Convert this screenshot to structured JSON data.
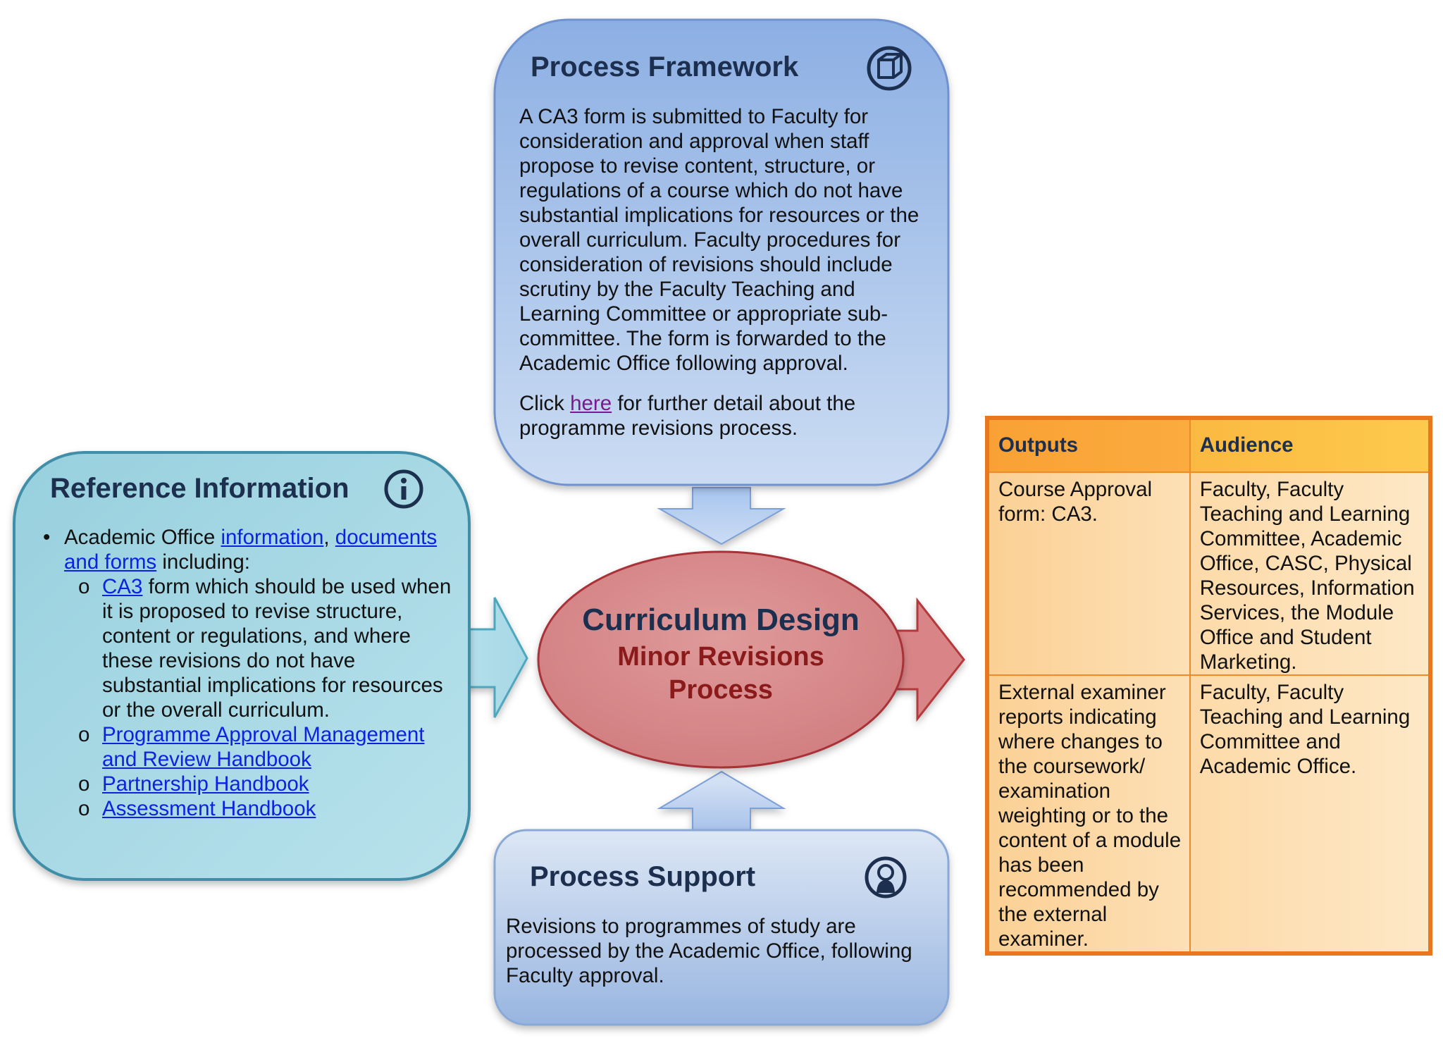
{
  "framework": {
    "title": "Process Framework",
    "icon": "cube-icon",
    "paragraph_lines": [
      "A CA3 form is submitted to Faculty for",
      "consideration and approval when staff",
      "propose to revise content, structure, or",
      "regulations of a course which do not have",
      "substantial implications for resources or the",
      "overall curriculum.  Faculty procedures for",
      "consideration of revisions should include",
      "scrutiny by the Faculty Teaching and",
      "Learning Committee or appropriate sub-",
      "committee.  The form is forwarded to the",
      "Academic Office following approval."
    ],
    "click_prefix": "Click ",
    "click_link": "here",
    "click_suffix": " for further detail about the",
    "click_line2": "programme revisions process."
  },
  "reference": {
    "title": "Reference Information",
    "icon": "info-icon",
    "bullet_prefix": "Academic Office ",
    "link_information": "information",
    "separator": ", ",
    "link_documents": "documents and forms",
    "bullet_suffix": " including:",
    "sub_items": {
      "ca3_link": "CA3",
      "ca3_text": " form which should be used when it is proposed to revise structure, content or regulations, and where these revisions do not have substantial implications for resources or the overall curriculum.",
      "pamr": "Programme Approval Management and Review Handbook",
      "partnership": "Partnership Handbook",
      "assessment": "Assessment Handbook"
    }
  },
  "center": {
    "title": "Curriculum Design",
    "subtitle_line1": "Minor Revisions",
    "subtitle_line2": "Process"
  },
  "support": {
    "title": "Process Support",
    "icon": "person-icon",
    "text": "Revisions to programmes of study are processed by the Academic Office, following Faculty approval."
  },
  "outputs_table": {
    "headers": [
      "Outputs",
      "Audience"
    ],
    "rows": [
      [
        "Course Approval form: CA3.",
        "Faculty, Faculty Teaching and Learning Committee, Academic Office, CASC, Physical Resources, Information Services, the Module Office and Student Marketing."
      ],
      [
        "External examiner reports indicating where changes to the coursework/ examination weighting or to the content of a module has been recommended by the external examiner.",
        "Faculty, Faculty Teaching and Learning Committee and Academic Office."
      ]
    ]
  },
  "colors": {
    "framework_top": "#8eb0e3",
    "framework_bottom": "#c9daf3",
    "reference_fill": "#a9dbe6",
    "center_fill": "#da8c8d",
    "support_bottom": "#9db8e2",
    "table_border": "#e8771d",
    "title_navy": "#1d2f4e",
    "link_blue": "#0b22e0"
  }
}
